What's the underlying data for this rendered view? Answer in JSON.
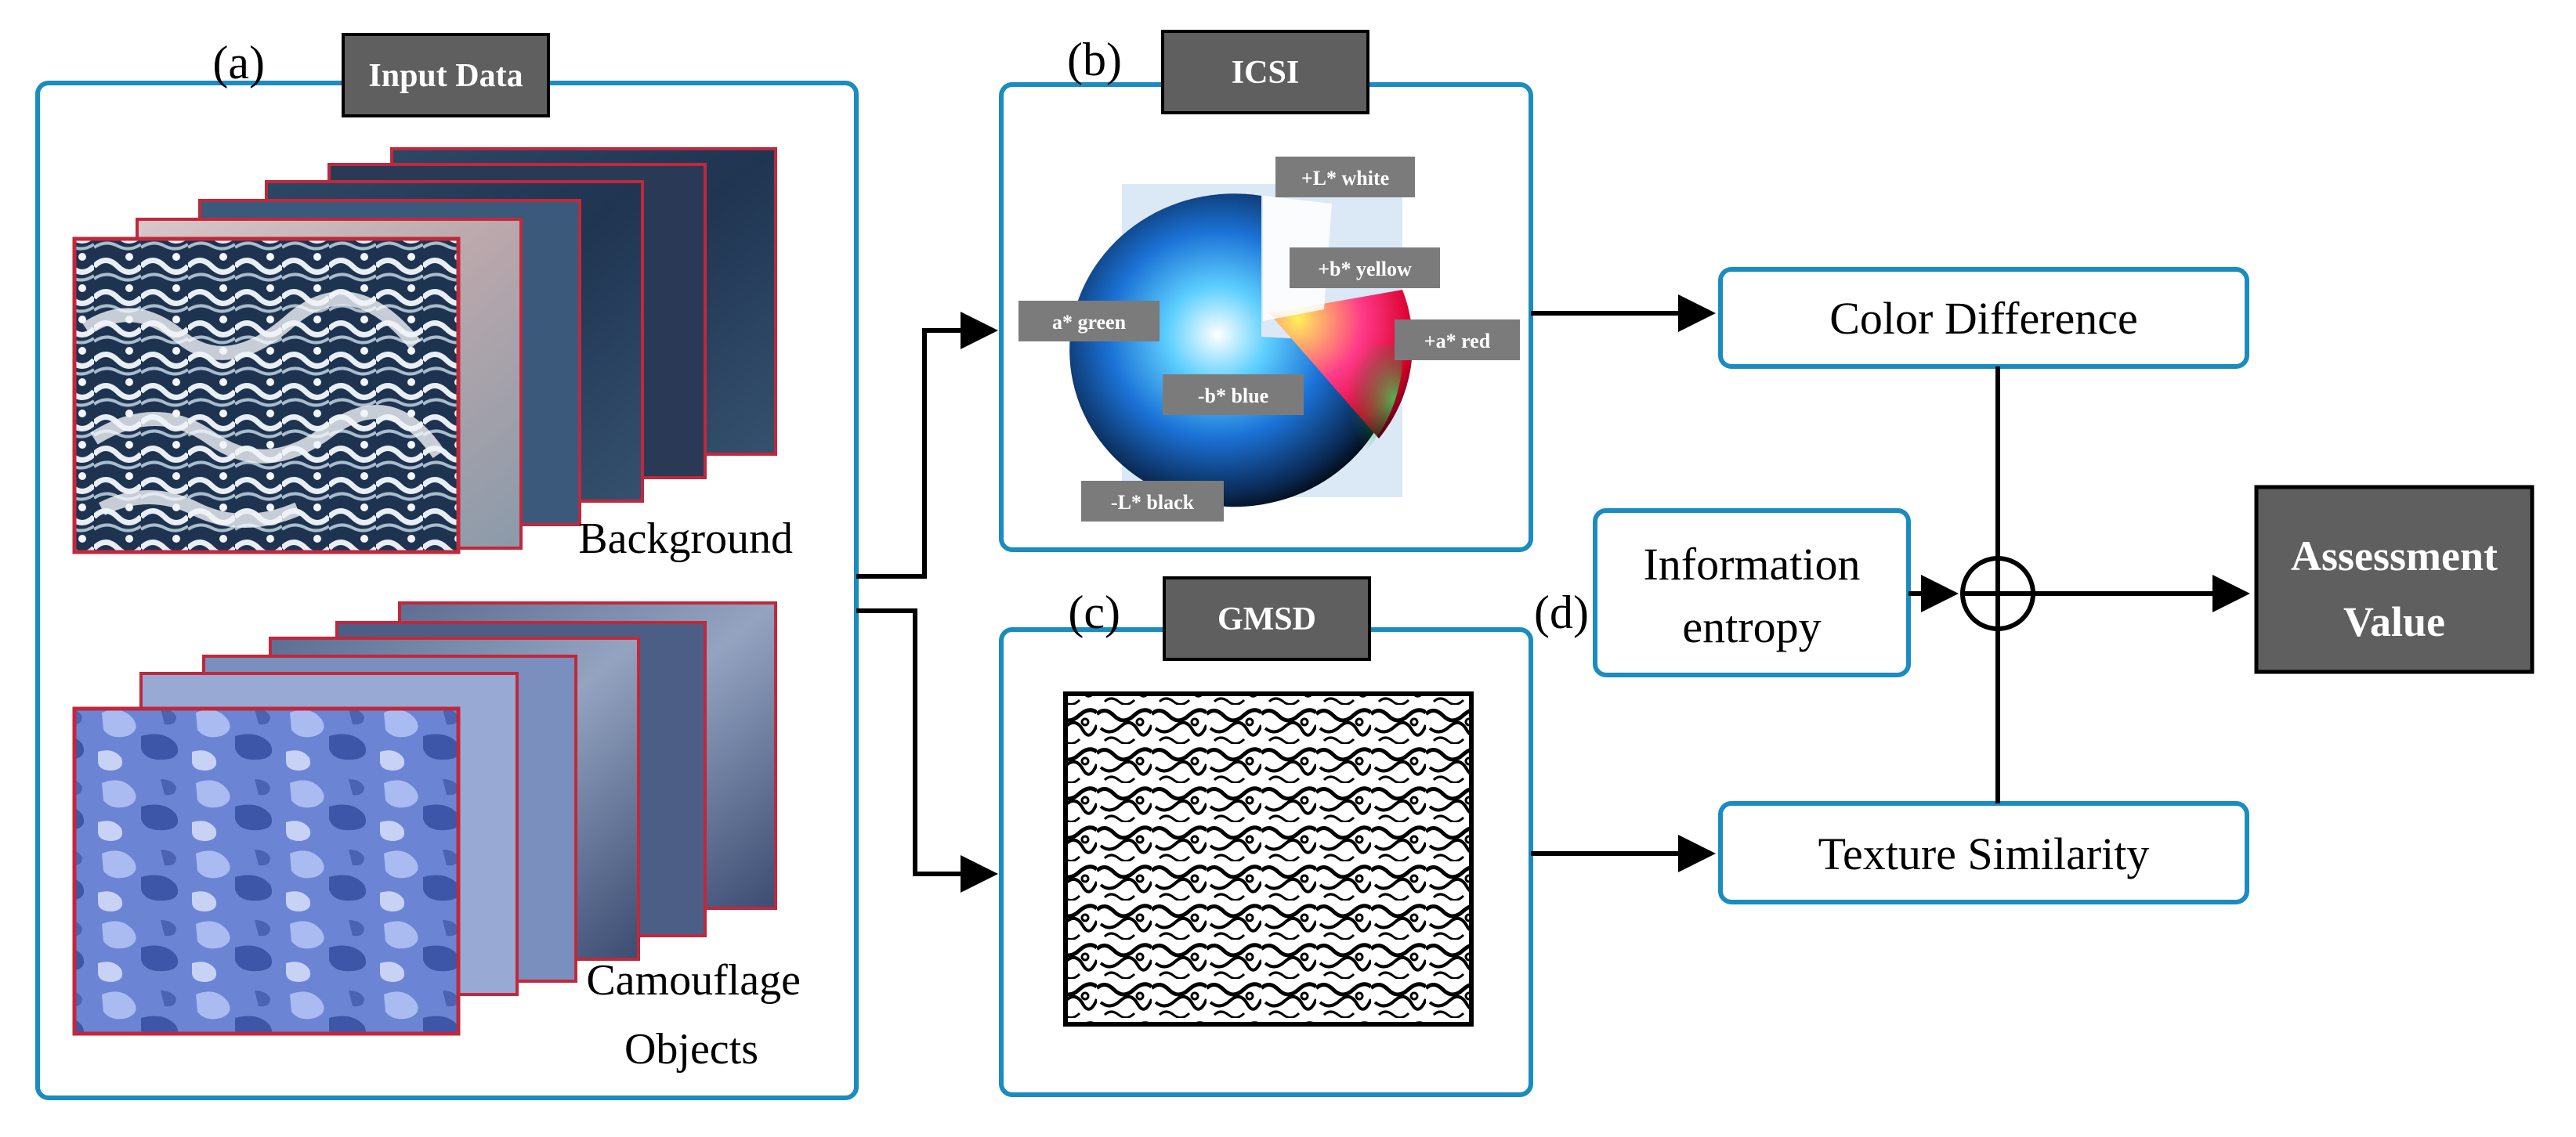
{
  "panels": {
    "a": {
      "letter": "(a)",
      "title": "Input Data"
    },
    "b": {
      "letter": "(b)",
      "title": "ICSI"
    },
    "c": {
      "letter": "(c)",
      "title": "GMSD"
    },
    "d": {
      "letter": "(d)"
    }
  },
  "input_data": {
    "background_label": "Background",
    "camouflage_label_line1": "Camouflage",
    "camouflage_label_line2": "Objects"
  },
  "color_space": {
    "white": "+L* white",
    "yellow": "+b* yellow",
    "green": "a* green",
    "red": "+a* red",
    "blue": "-b* blue",
    "black": "-L* black"
  },
  "boxes": {
    "color_difference": "Color Difference",
    "texture_similarity": "Texture Similarity",
    "information_line1": "Information",
    "information_line2": "entropy",
    "assessment_line1": "Assessment",
    "assessment_line2": "Value"
  },
  "colors": {
    "panel_border": "#1a8cbf",
    "header_fill": "#5f5f5f",
    "image_border": "#c0283c",
    "arrow": "#000000"
  }
}
